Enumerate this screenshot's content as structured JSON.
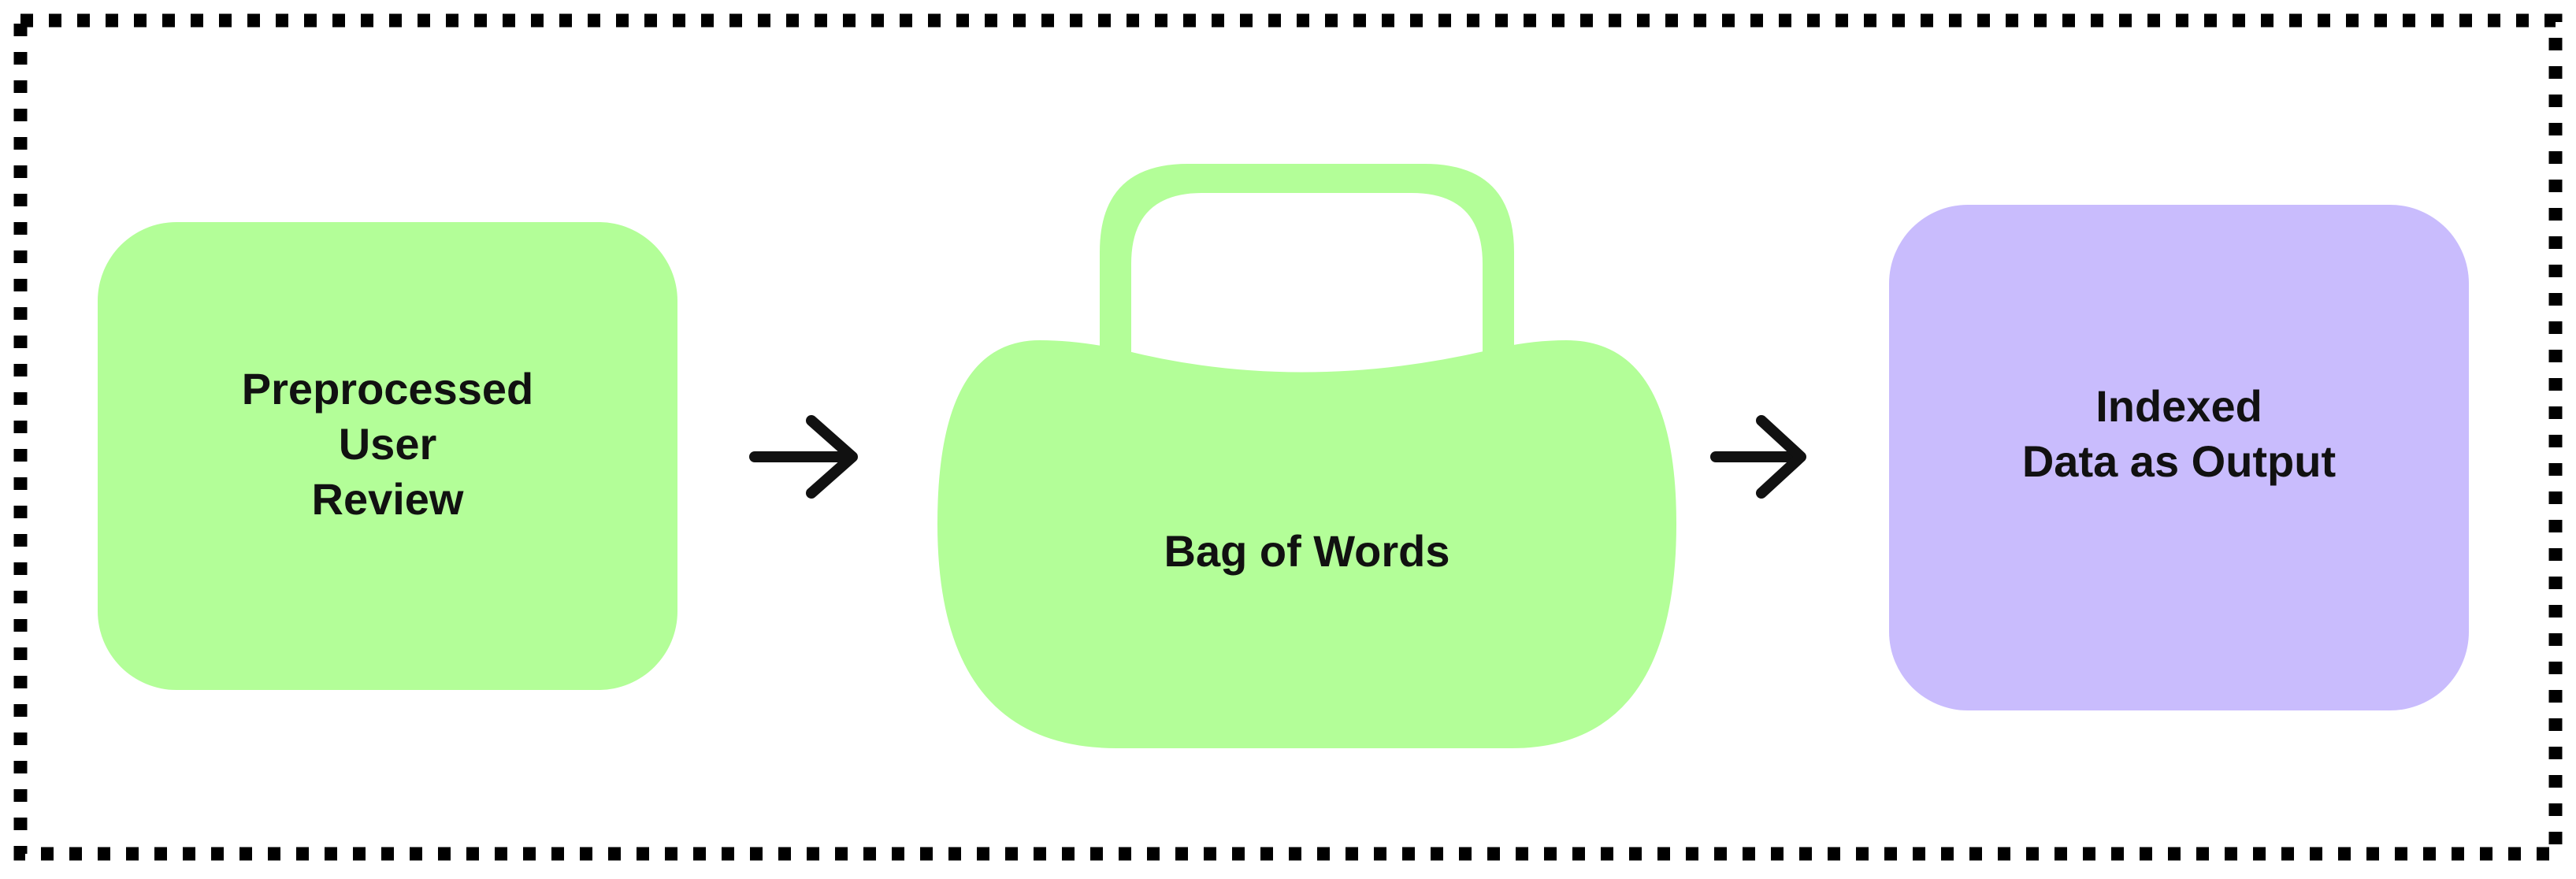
{
  "diagram": {
    "colors": {
      "border": "#000000",
      "node_green": "#b3fe98",
      "node_purple": "#c9bcfd",
      "arrow": "#111111",
      "text": "#111111"
    },
    "nodes": [
      {
        "id": "preprocessed-user-review",
        "shape": "rounded-rectangle",
        "color": "node_green",
        "label_lines": [
          "Preprocessed",
          "User",
          "Review"
        ]
      },
      {
        "id": "bag-of-words",
        "shape": "bag-icon",
        "color": "node_green",
        "label_lines": [
          "Bag of Words"
        ]
      },
      {
        "id": "indexed-data-as-output",
        "shape": "rounded-rectangle",
        "color": "node_purple",
        "label_lines": [
          "Indexed",
          "Data as Output"
        ]
      }
    ],
    "edges": [
      {
        "from": "preprocessed-user-review",
        "to": "bag-of-words",
        "icon": "arrow-right-icon"
      },
      {
        "from": "bag-of-words",
        "to": "indexed-data-as-output",
        "icon": "arrow-right-icon"
      }
    ]
  }
}
